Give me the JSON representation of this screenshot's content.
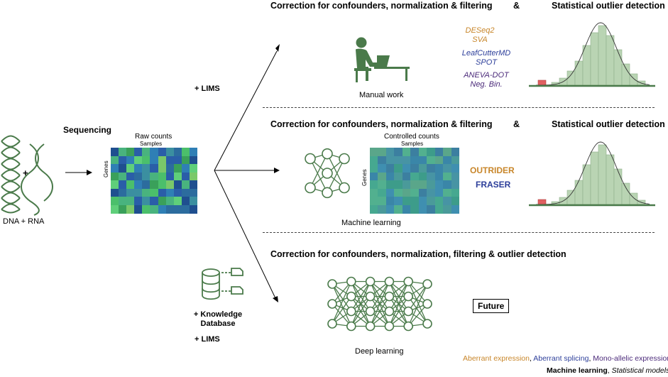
{
  "headers": {
    "row1_correction": "Correction for confounders, normalization & filtering",
    "row1_amp": "&",
    "row1_outlier": "Statistical outlier detection",
    "row2_correction": "Correction for confounders, normalization & filtering",
    "row2_amp": "&",
    "row2_outlier": "Statistical outlier detection",
    "row3_correction": "Correction for confounders, normalization, filtering & outlier detection"
  },
  "left": {
    "plus": "+",
    "dna_rna": "DNA + RNA",
    "sequencing": "Sequencing",
    "raw_counts": "Raw counts",
    "samples": "Samples",
    "genes": "Genes",
    "lims_top": "+ LIMS",
    "knowledge_db": "+ Knowledge\nDatabase",
    "lims_bottom": "+ LIMS"
  },
  "row1": {
    "manual_work": "Manual work",
    "tools": [
      {
        "label": "DESeq2",
        "color": "#c8862a"
      },
      {
        "label": "SVA",
        "color": "#c8862a"
      },
      {
        "label": "LeafCutterMD",
        "color": "#2c3e9a"
      },
      {
        "label": "SPOT",
        "color": "#2c3e9a"
      },
      {
        "label": "ANEVA-DOT",
        "color": "#4b2a7a"
      },
      {
        "label": "Neg. Bin.",
        "color": "#4b2a7a"
      }
    ]
  },
  "row2": {
    "controlled_counts": "Controlled counts",
    "samples": "Samples",
    "genes": "Genes",
    "machine_learning": "Machine learning",
    "outrider": "OUTRIDER",
    "fraser": "FRASER"
  },
  "row3": {
    "deep_learning": "Deep learning",
    "future": "Future"
  },
  "legend": {
    "aberrant_expression": "Aberrant expression",
    "sep1": ", ",
    "aberrant_splicing": "Aberrant splicing",
    "sep2": ", ",
    "mono_allelic": "Mono-allelic expression",
    "machine_learning": "Machine learning",
    "sep3": ", ",
    "statistical_models": "Statistical models"
  },
  "colors": {
    "green_dark": "#4a7a4a",
    "green_bar": "#b9d4b3",
    "outlier_red": "#e06060",
    "expression": "#c8862a",
    "splicing": "#2c3e9a",
    "mono_allelic": "#4b2a7a"
  }
}
